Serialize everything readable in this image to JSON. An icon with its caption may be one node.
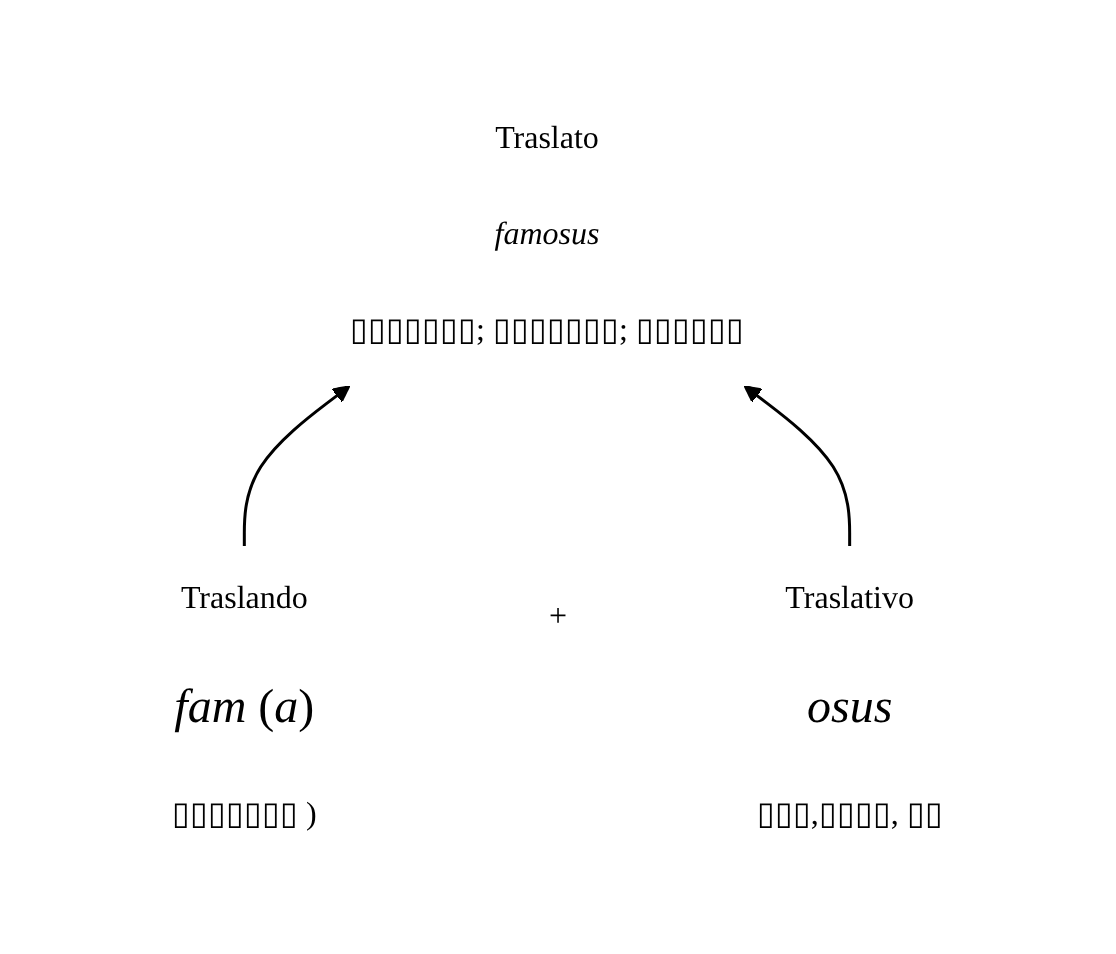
{
  "diagram": {
    "nodes": [
      {
        "text": [
          "Traslato",
          "famosus",
          "▯▯▯▯▯▯▯; ▯▯▯▯▯▯▯; ▯▯▯▯▯▯"
        ]
      },
      {
        "text": [
          "Traslando",
          "*fam* (*a*)",
          "▯▯▯▯▯▯▯ )"
        ]
      },
      {
        "text": [
          "Traslativo",
          "osus",
          "▯▯▯,▯▯▯▯, ▯▯"
        ]
      }
    ],
    "edges": [
      {
        "from": 1,
        "to": 0,
        "arrow": "to"
      },
      {
        "from": 2,
        "to": 0,
        "arrow": "to"
      }
    ],
    "labels": [
      "+"
    ]
  }
}
